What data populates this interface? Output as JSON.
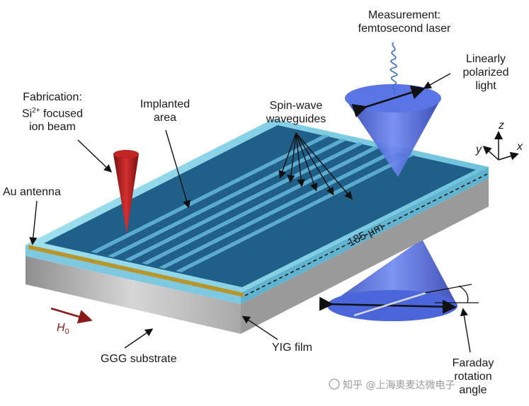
{
  "labels": {
    "measurement_line1": "Measurement:",
    "measurement_line2": "femtosecond laser",
    "linear_line1": "Linearly",
    "linear_line2": "polarized",
    "linear_line3": "light",
    "fabrication_line1": "Fabrication:",
    "fabrication_si": "Si",
    "fabrication_sup": "2+",
    "fabrication_line2_rest": " focused",
    "fabrication_line3": "ion beam",
    "implanted_line1": "Implanted",
    "implanted_line2": "area",
    "spinwave_line1": "Spin-wave",
    "spinwave_line2": "waveguides",
    "au_antenna": "Au antenna",
    "dimension": "185 µm",
    "field_h": "H",
    "field_sub": "0",
    "ggg": "GGG substrate",
    "yig": "YIG film",
    "faraday_line1": "Faraday",
    "faraday_line2": "rotation",
    "faraday_line3": "angle",
    "axis_x": "x",
    "axis_y": "y",
    "axis_z": "z"
  },
  "watermark": "知乎 @上海奥麦达微电子",
  "colors": {
    "film_top": "#8fd3e8",
    "waveguide": "#1e6e9a",
    "substrate": "#b8b8b8",
    "cone": "#3f5fd6",
    "ion_beam": "#a81818",
    "antenna": "#b8962e",
    "field_arrow": "#8a1a1a"
  }
}
